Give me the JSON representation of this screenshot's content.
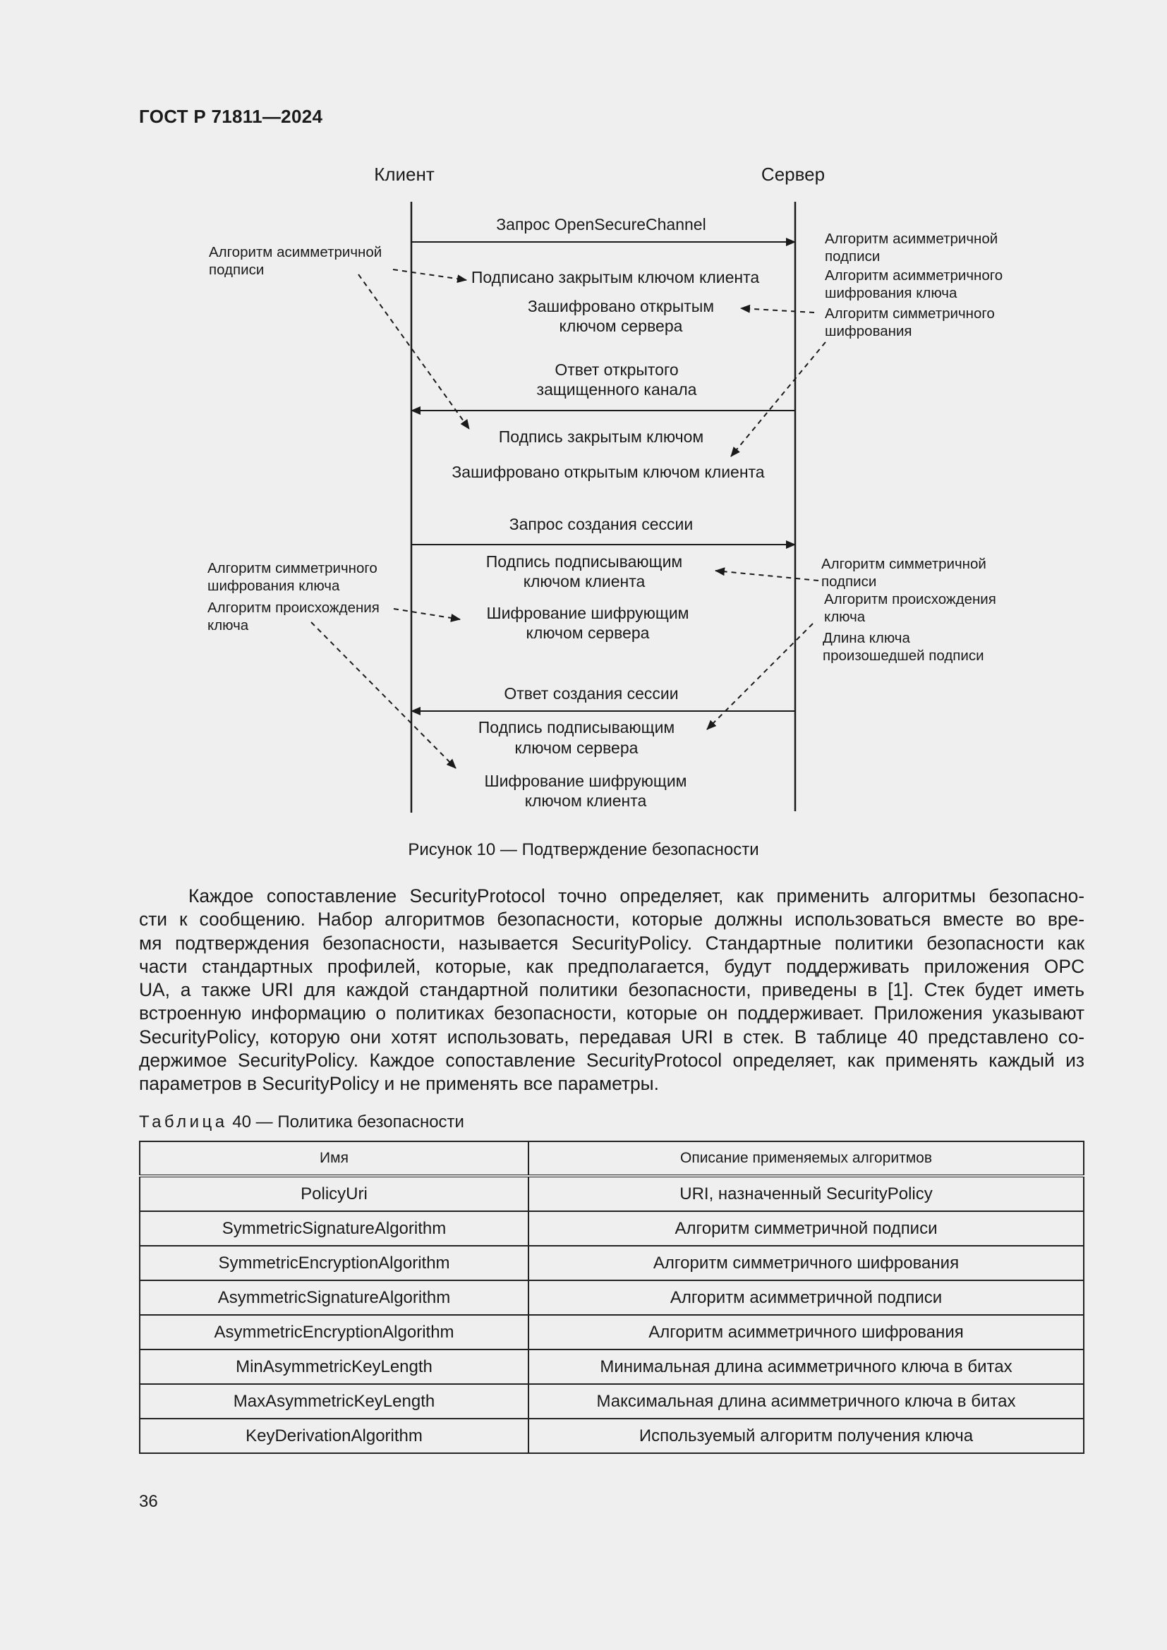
{
  "header": {
    "doc_title": "ГОСТ Р 71811—2024"
  },
  "diagram": {
    "client_label": "Клиент",
    "server_label": "Сервер",
    "msg1": "Запрос OpenSecureChannel",
    "msg1_sub1": "Подписано закрытым ключом клиента",
    "msg1_sub2a": "Зашифровано открытым",
    "msg1_sub2b": "ключом сервера",
    "msg2a": "Ответ открытого",
    "msg2b": "защищенного канала",
    "msg2_sub1": "Подпись закрытым ключом",
    "msg2_sub2": "Зашифровано открытым ключом клиента",
    "msg3": "Запрос создания сессии",
    "msg3_sub1a": "Подпись подписывающим",
    "msg3_sub1b": "ключом клиента",
    "msg3_sub2a": "Шифрование шифрующим",
    "msg3_sub2b": "ключом сервера",
    "msg4": "Ответ создания сессии",
    "msg4_sub1a": "Подпись подписывающим",
    "msg4_sub1b": "ключом сервера",
    "msg4_sub2a": "Шифрование шифрующим",
    "msg4_sub2b": "ключом клиента",
    "left_note1a": "Алгоритм асимметричной",
    "left_note1b": "подписи",
    "right_note1a": "Алгоритм асимметричной",
    "right_note1b": "подписи",
    "right_note2a": "Алгоритм асимметричного",
    "right_note2b": "шифрования ключа",
    "right_note3a": "Алгоритм симметричного",
    "right_note3b": "шифрования",
    "left_note2a": "Алгоритм симметричного",
    "left_note2b": "шифрования ключа",
    "left_note3a": "Алгоритм происхождения",
    "left_note3b": "ключа",
    "right_note4a": "Алгоритм симметричной",
    "right_note4b": "подписи",
    "right_note5a": "Алгоритм происхождения",
    "right_note5b": "ключа",
    "right_note6a": "Длина ключа",
    "right_note6b": "произошедшей подписи"
  },
  "figure_caption": "Рисунок 10 — Подтверждение безопасности",
  "paragraph_lines": [
    "Каждое сопоставление SecurityProtocol точно определяет, как применить алгоритмы безопасно-",
    "сти к сообщению. Набор алгоритмов безопасности, которые должны использоваться вместе во вре-",
    "мя подтверждения безопасности, называется SecurityPolicy. Стандартные политики безопасности как",
    "части стандартных профилей, которые, как предполагается, будут поддерживать приложения OPC",
    "UA, а также URI для каждой стандартной политики безопасности, приведены в [1]. Стек будет иметь",
    "встроенную информацию о политиках безопасности, которые он поддерживает. Приложения указывают",
    "SecurityPolicy, которую они хотят использовать, передавая URI в стек. В таблице 40 представлено со-",
    "держимое SecurityPolicy. Каждое сопоставление SecurityProtocol определяет, как применять каждый из",
    "параметров в SecurityPolicy и не применять все параметры."
  ],
  "table": {
    "caption_word": "Таблица",
    "caption_rest": "40 — Политика безопасности",
    "headers": [
      "Имя",
      "Описание применяемых алгоритмов"
    ],
    "rows": [
      [
        "PolicyUri",
        "URI, назначенный SecurityPolicy"
      ],
      [
        "SymmetricSignatureAlgorithm",
        "Алгоритм симметричной подписи"
      ],
      [
        "SymmetricEncryptionAlgorithm",
        "Алгоритм симметричного шифрования"
      ],
      [
        "AsymmetricSignatureAlgorithm",
        "Алгоритм асимметричной подписи"
      ],
      [
        "AsymmetricEncryptionAlgorithm",
        "Алгоритм асимметричного шифрования"
      ],
      [
        "MinAsymmetricKeyLength",
        "Минимальная длина асимметричного ключа в битах"
      ],
      [
        "MaxAsymmetricKeyLength",
        "Максимальная длина асимметричного ключа в битах"
      ],
      [
        "KeyDerivationAlgorithm",
        "Используемый алгоритм получения ключа"
      ]
    ]
  },
  "page_number": "36"
}
